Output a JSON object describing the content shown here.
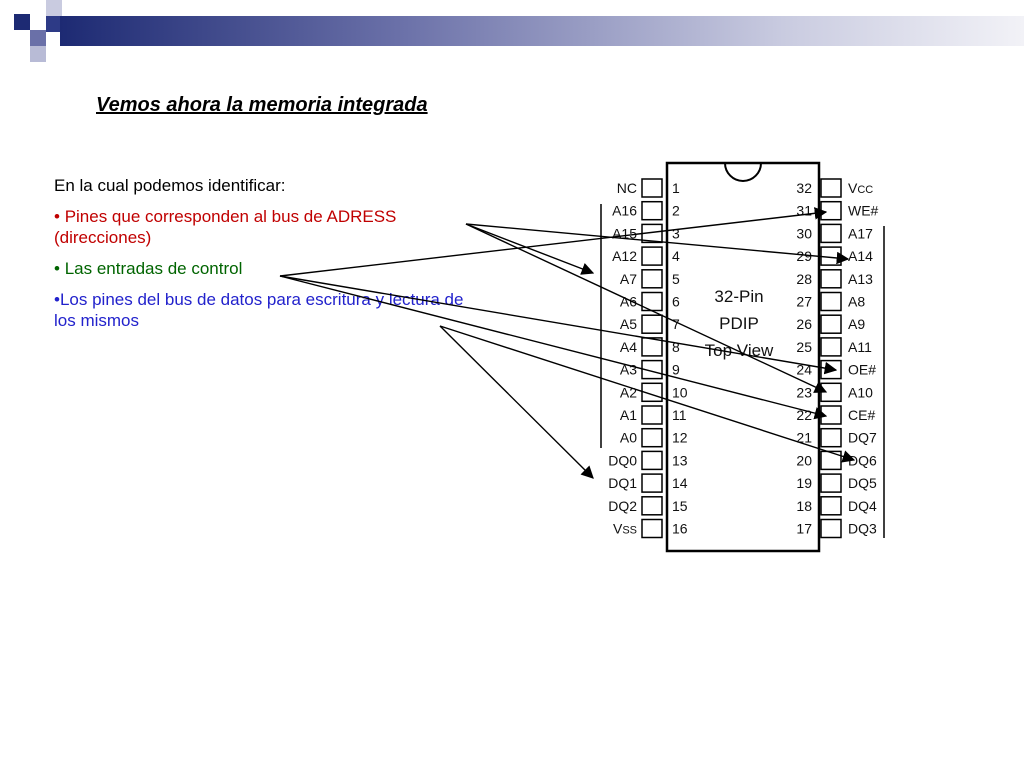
{
  "slide": {
    "title": "Vemos ahora la memoria integrada",
    "intro": "En la cual podemos identificar:",
    "bullets": [
      {
        "bullet": "•",
        "text": "Pines que corresponden al bus de ADRESS (direcciones)",
        "color": "#c00000"
      },
      {
        "bullet": "•",
        "text": "Las entradas de control",
        "color": "#006400"
      },
      {
        "bullet": "•",
        "text": "Los pines del bus de datos para escritura y lectura de los mismos",
        "color": "#2222cc"
      }
    ],
    "accent_colors": {
      "dark_blue": "#1d2a73",
      "mid_blue": "#6a70a8",
      "light_blue": "#c9cbe0"
    }
  },
  "chip": {
    "label_line1": "32-Pin",
    "label_line2": "PDIP",
    "label_line3": "Top View",
    "left_pins": [
      {
        "num": "1",
        "name": "NC"
      },
      {
        "num": "2",
        "name": "A16"
      },
      {
        "num": "3",
        "name": "A15"
      },
      {
        "num": "4",
        "name": "A12"
      },
      {
        "num": "5",
        "name": "A7"
      },
      {
        "num": "6",
        "name": "A6"
      },
      {
        "num": "7",
        "name": "A5"
      },
      {
        "num": "8",
        "name": "A4"
      },
      {
        "num": "9",
        "name": "A3"
      },
      {
        "num": "10",
        "name": "A2"
      },
      {
        "num": "11",
        "name": "A1"
      },
      {
        "num": "12",
        "name": "A0"
      },
      {
        "num": "13",
        "name": "DQ0"
      },
      {
        "num": "14",
        "name": "DQ1"
      },
      {
        "num": "15",
        "name": "DQ2"
      },
      {
        "num": "16",
        "name": "VSS"
      }
    ],
    "right_pins": [
      {
        "num": "32",
        "name": "VCC"
      },
      {
        "num": "31",
        "name": "WE#"
      },
      {
        "num": "30",
        "name": "A17"
      },
      {
        "num": "29",
        "name": "A14"
      },
      {
        "num": "28",
        "name": "A13"
      },
      {
        "num": "27",
        "name": "A8"
      },
      {
        "num": "26",
        "name": "A9"
      },
      {
        "num": "25",
        "name": "A11"
      },
      {
        "num": "24",
        "name": "OE#"
      },
      {
        "num": "23",
        "name": "A10"
      },
      {
        "num": "22",
        "name": "CE#"
      },
      {
        "num": "21",
        "name": "DQ7"
      },
      {
        "num": "20",
        "name": "DQ6"
      },
      {
        "num": "19",
        "name": "DQ5"
      },
      {
        "num": "18",
        "name": "DQ4"
      },
      {
        "num": "17",
        "name": "DQ3"
      }
    ]
  }
}
